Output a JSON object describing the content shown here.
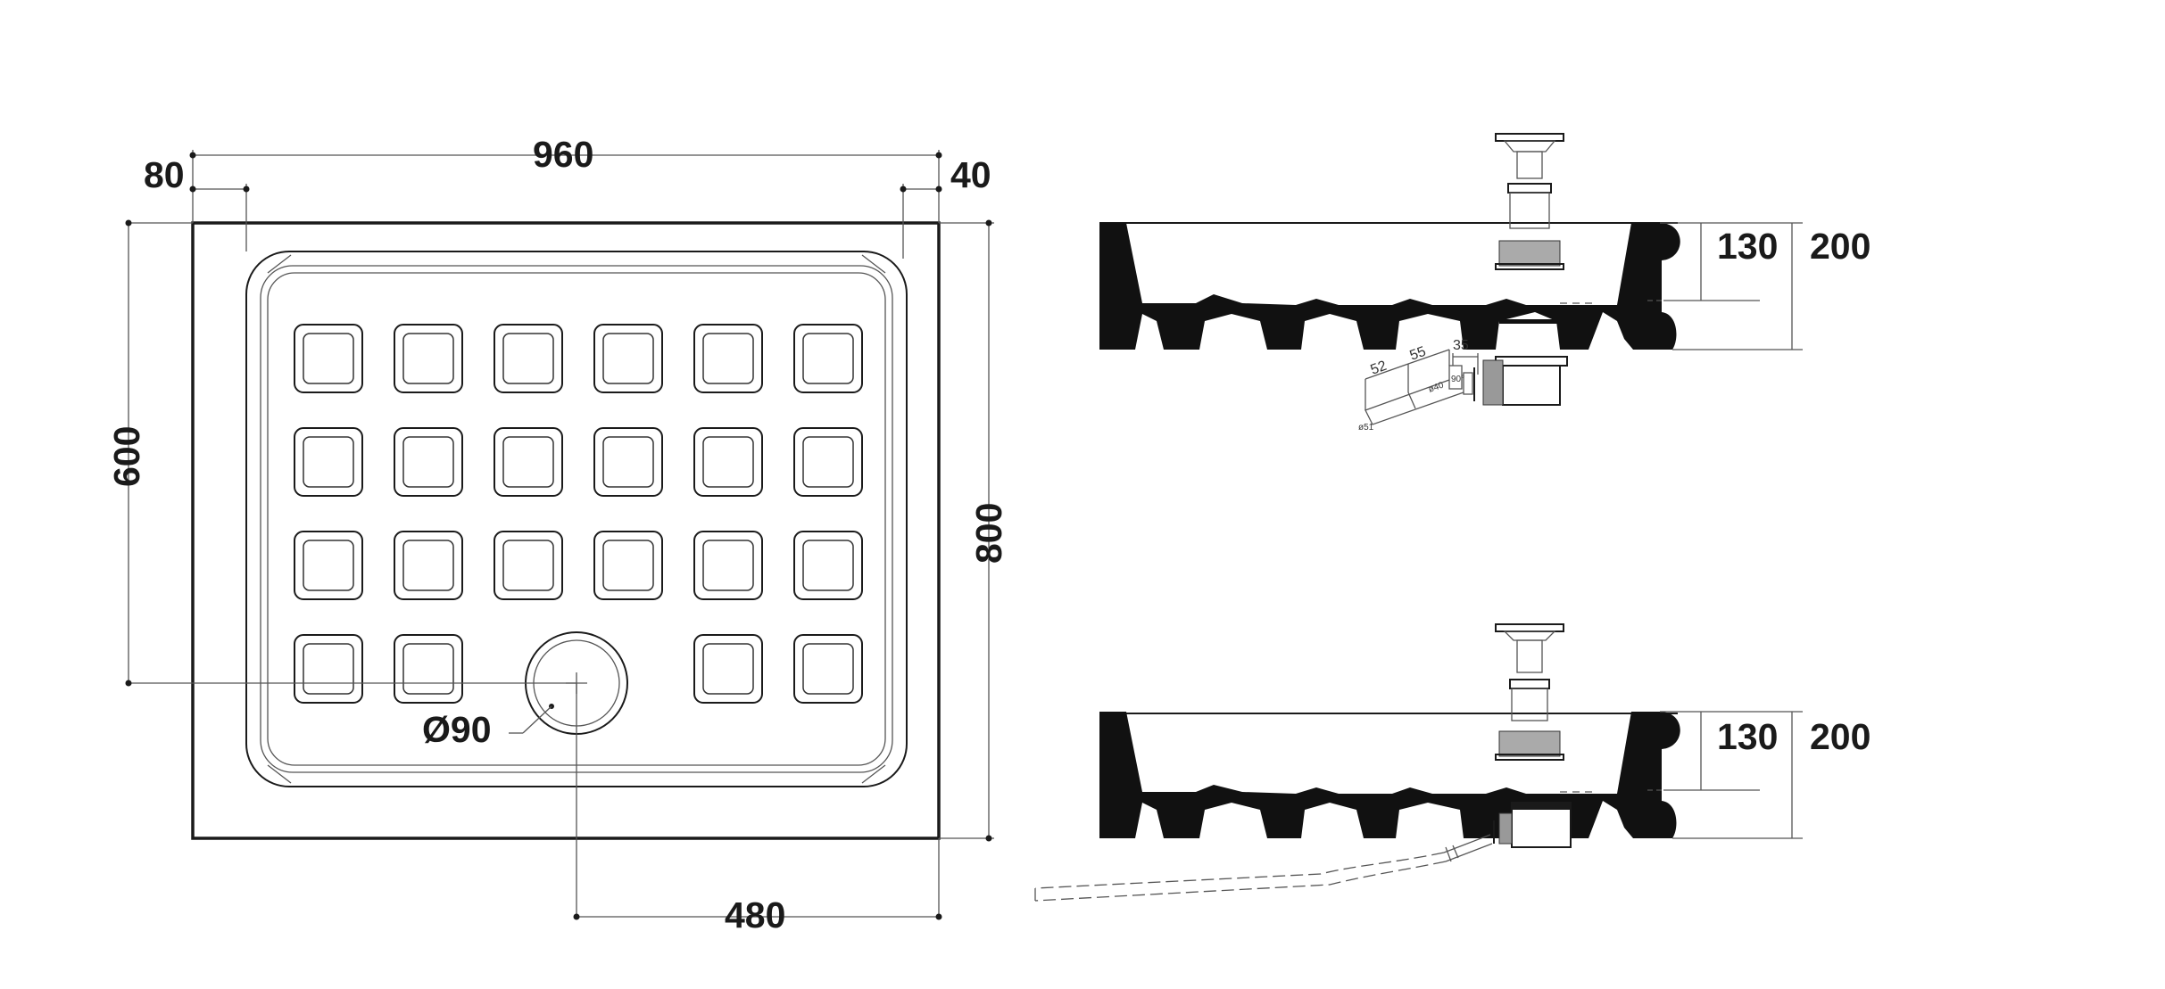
{
  "plan": {
    "width_label": "960",
    "left_margin_label": "80",
    "right_margin_label": "40",
    "inner_height_label": "600",
    "total_height_label": "800",
    "drain_offset_label": "480",
    "drain_diameter_label": "Ø90",
    "grid": {
      "rows": 4,
      "cols": 6,
      "missing": [
        [
          3,
          2
        ],
        [
          3,
          3
        ]
      ]
    }
  },
  "section_top": {
    "inner_depth_label": "130",
    "total_depth_label": "200",
    "trap_labels": {
      "a": "52",
      "b": "55",
      "c": "35",
      "d": "ø40",
      "e": "ø51",
      "f": "90°"
    }
  },
  "section_bottom": {
    "inner_depth_label": "130",
    "total_depth_label": "200"
  }
}
